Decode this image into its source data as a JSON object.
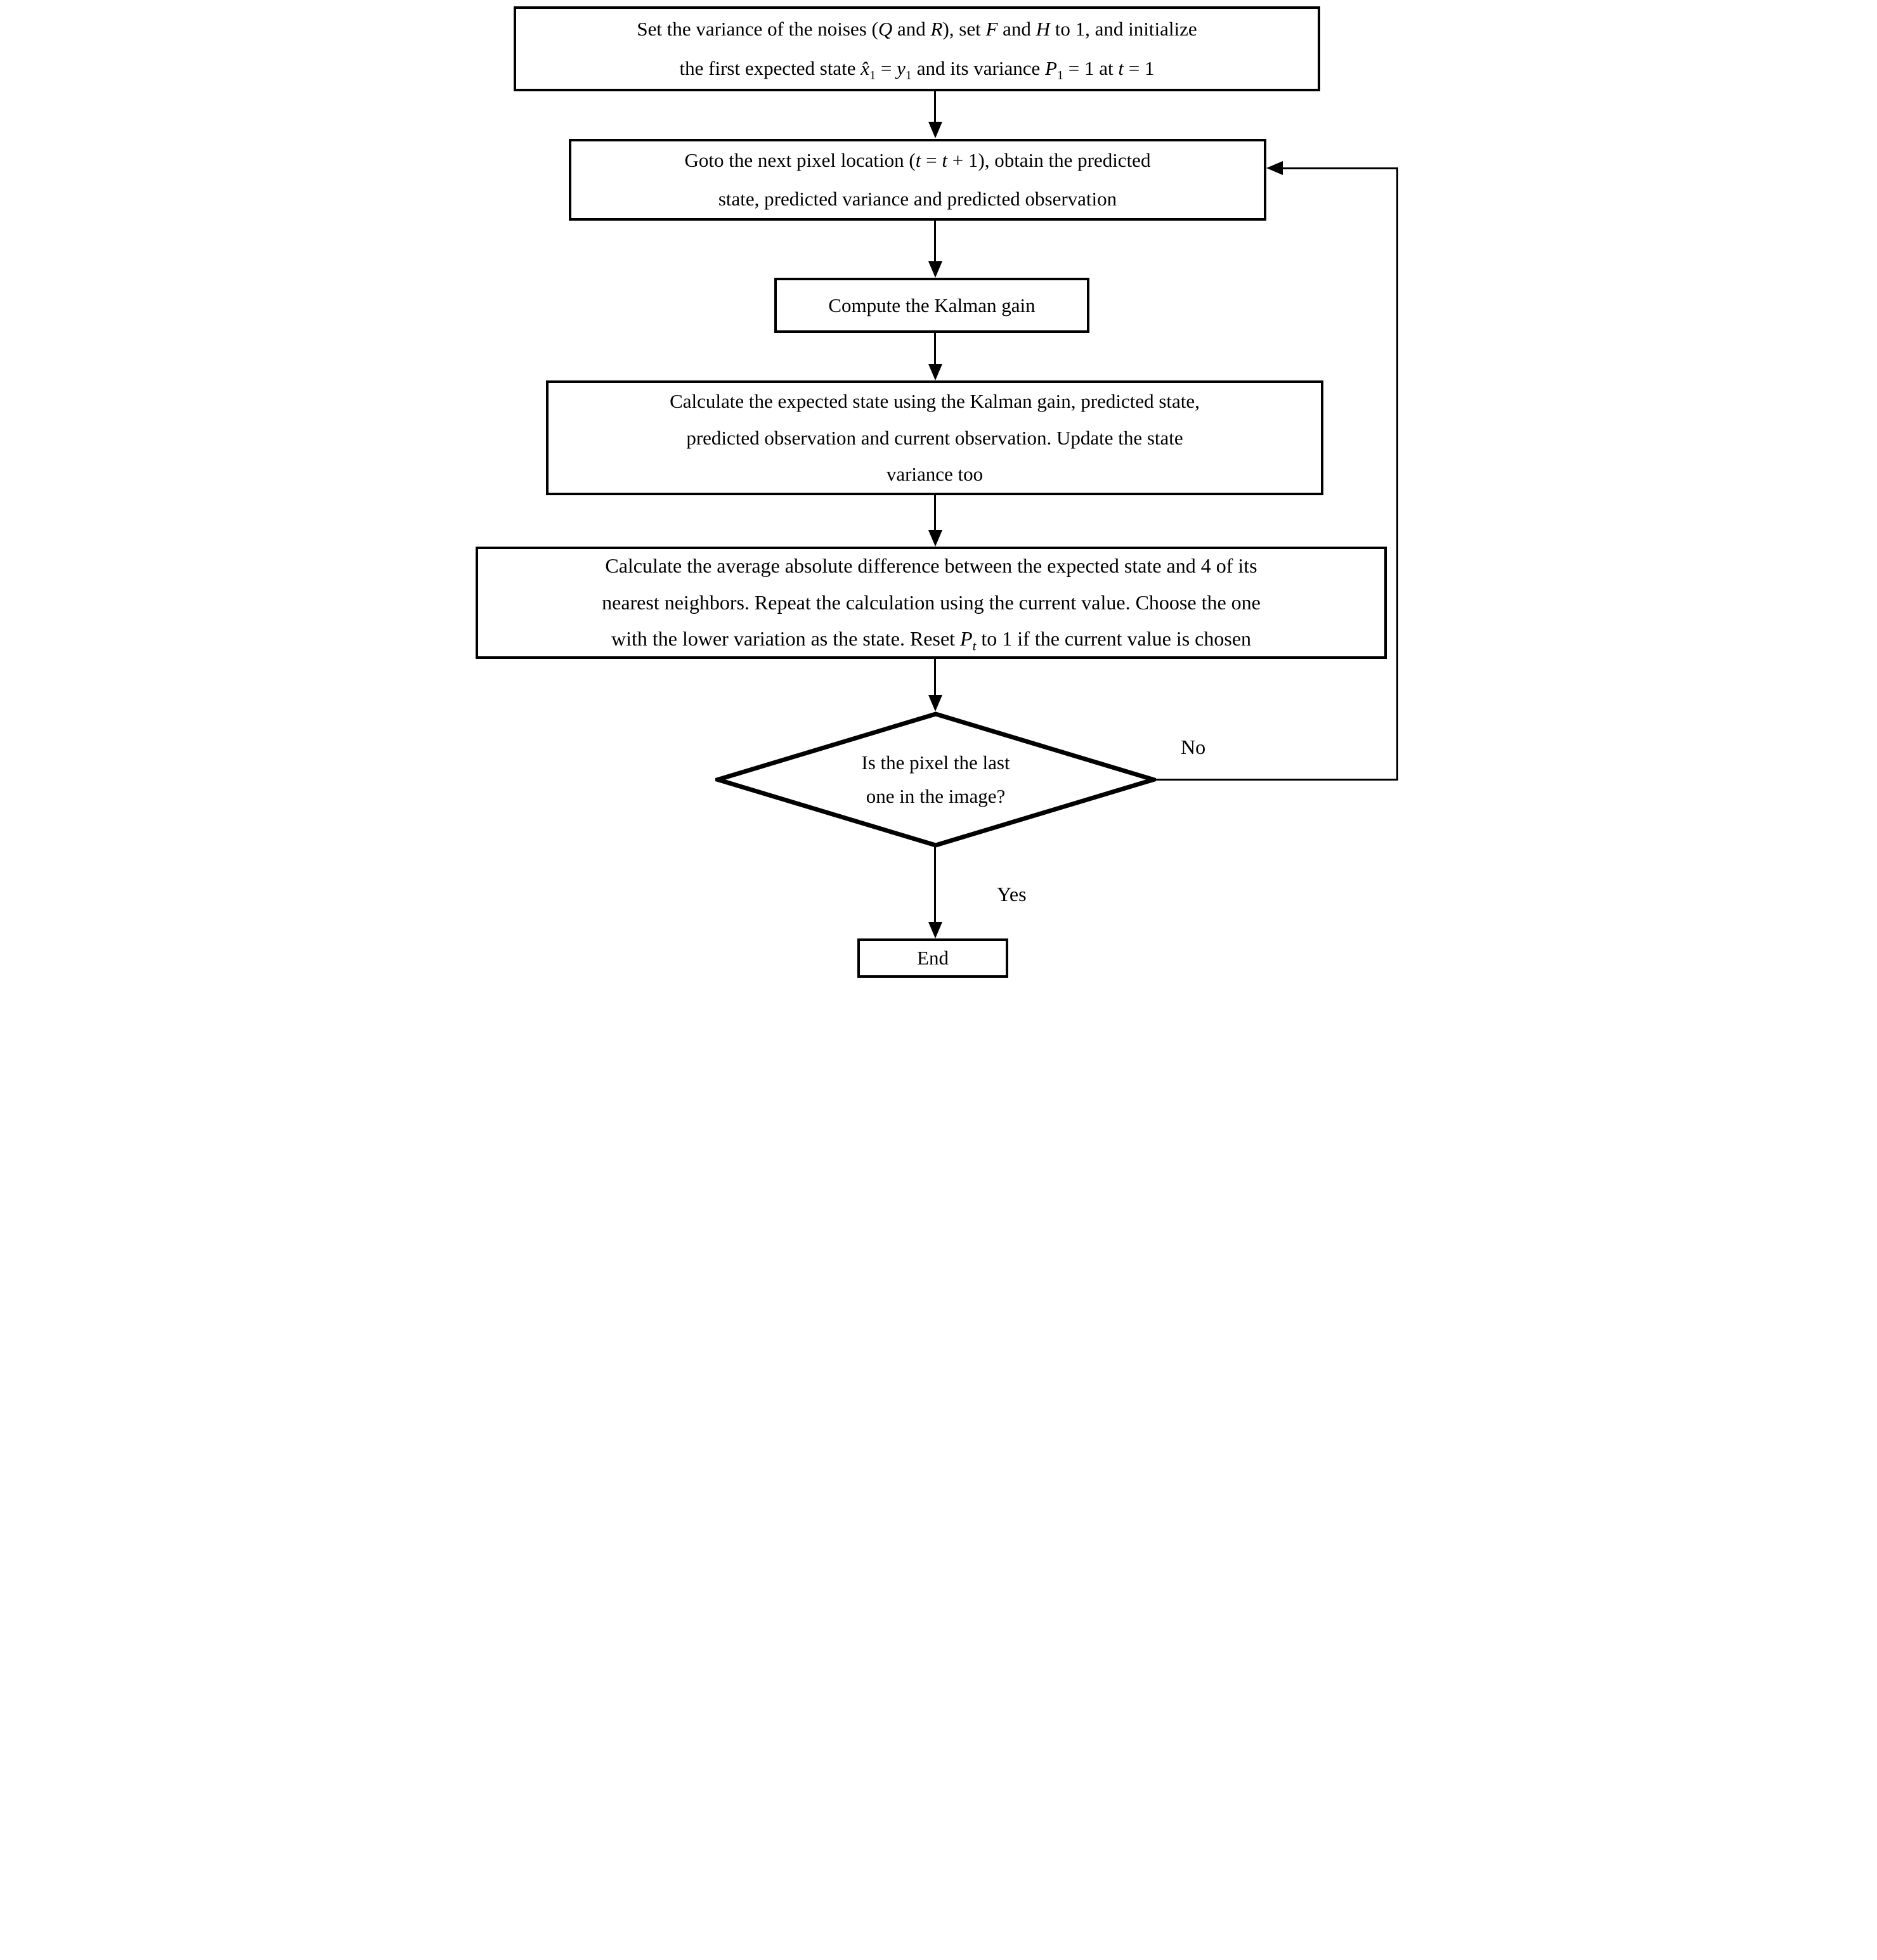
{
  "colors": {
    "ink": "#000000",
    "paper": "#ffffff"
  },
  "flowchart": {
    "nodes": {
      "init": {
        "type": "process",
        "lines": [
          [
            {
              "t": "Set the variance of the noises ("
            },
            {
              "t": "Q",
              "i": 1
            },
            {
              "t": " and "
            },
            {
              "t": "R",
              "i": 1
            },
            {
              "t": "), set "
            },
            {
              "t": "F",
              "i": 1
            },
            {
              "t": " and "
            },
            {
              "t": "H",
              "i": 1
            },
            {
              "t": " to 1, and initialize"
            }
          ],
          [
            {
              "t": "the first expected state "
            },
            {
              "t": "x̂",
              "i": 1
            },
            {
              "t": "1",
              "s": 1
            },
            {
              "t": " = "
            },
            {
              "t": "y",
              "i": 1
            },
            {
              "t": "1",
              "s": 1
            },
            {
              "t": " and its variance "
            },
            {
              "t": "P",
              "i": 1
            },
            {
              "t": "1",
              "s": 1
            },
            {
              "t": " = 1 at "
            },
            {
              "t": "t",
              "i": 1
            },
            {
              "t": " = 1"
            }
          ]
        ]
      },
      "next_pixel": {
        "type": "process",
        "lines": [
          [
            {
              "t": "Goto the next pixel location ("
            },
            {
              "t": "t",
              "i": 1
            },
            {
              "t": " = "
            },
            {
              "t": "t",
              "i": 1
            },
            {
              "t": " + 1), obtain the predicted"
            }
          ],
          [
            {
              "t": "state, predicted variance and predicted observation"
            }
          ]
        ]
      },
      "kalman_gain": {
        "type": "process",
        "lines": [
          [
            {
              "t": "Compute the Kalman gain"
            }
          ]
        ]
      },
      "update_state": {
        "type": "process",
        "lines": [
          [
            {
              "t": "Calculate the expected state using the Kalman gain, predicted state,"
            }
          ],
          [
            {
              "t": "predicted observation and current observation. Update the state"
            }
          ],
          [
            {
              "t": "variance too"
            }
          ]
        ]
      },
      "neighbor_diff": {
        "type": "process",
        "lines": [
          [
            {
              "t": "Calculate the average absolute difference between the expected state and 4 of its"
            }
          ],
          [
            {
              "t": "nearest neighbors. Repeat the calculation using the current value. Choose the one"
            }
          ],
          [
            {
              "t": "with the lower variation as the state. Reset "
            },
            {
              "t": "P",
              "i": 1
            },
            {
              "t": "t",
              "i": 1,
              "s": 1
            },
            {
              "t": " to 1 if the current value is chosen"
            }
          ]
        ]
      },
      "decision_last_pixel": {
        "type": "decision",
        "lines": [
          [
            {
              "t": "Is the pixel the last"
            }
          ],
          [
            {
              "t": "one in the image?"
            }
          ]
        ]
      },
      "end": {
        "type": "terminator",
        "label": "End"
      }
    },
    "edge_labels": {
      "yes": "Yes",
      "no": "No"
    }
  }
}
